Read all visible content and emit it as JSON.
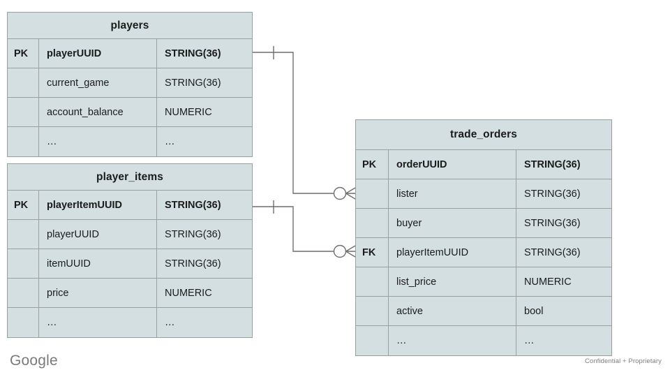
{
  "diagram": {
    "type": "entity-relationship-diagram",
    "notation": "crows-foot",
    "palette": {
      "entity_fill": "#d4dfe1",
      "entity_border": "#9aa0a0",
      "connector": "#6f6f6f",
      "text": "#1b1b1b",
      "footer_text": "#7a7a7a",
      "background": "#ffffff"
    },
    "entities": [
      {
        "id": "players",
        "title": "players",
        "attributes": [
          {
            "key": "PK",
            "name": "playerUUID",
            "type": "STRING(36)",
            "primary": true
          },
          {
            "key": "",
            "name": "current_game",
            "type": "STRING(36)",
            "primary": false
          },
          {
            "key": "",
            "name": "account_balance",
            "type": "NUMERIC",
            "primary": false
          },
          {
            "key": "",
            "name": "…",
            "type": "…",
            "primary": false
          }
        ]
      },
      {
        "id": "player_items",
        "title": "player_items",
        "attributes": [
          {
            "key": "PK",
            "name": "playerItemUUID",
            "type": "STRING(36)",
            "primary": true
          },
          {
            "key": "",
            "name": "playerUUID",
            "type": "STRING(36)",
            "primary": false
          },
          {
            "key": "",
            "name": "itemUUID",
            "type": "STRING(36)",
            "primary": false
          },
          {
            "key": "",
            "name": "price",
            "type": "NUMERIC",
            "primary": false
          },
          {
            "key": "",
            "name": "…",
            "type": "…",
            "primary": false
          }
        ]
      },
      {
        "id": "trade_orders",
        "title": "trade_orders",
        "attributes": [
          {
            "key": "PK",
            "name": "orderUUID",
            "type": "STRING(36)",
            "primary": true
          },
          {
            "key": "",
            "name": "lister",
            "type": "STRING(36)",
            "primary": false
          },
          {
            "key": "",
            "name": "buyer",
            "type": "STRING(36)",
            "primary": false
          },
          {
            "key": "FK",
            "name": "playerItemUUID",
            "type": "STRING(36)",
            "primary": false
          },
          {
            "key": "",
            "name": "list_price",
            "type": "NUMERIC",
            "primary": false
          },
          {
            "key": "",
            "name": "active",
            "type": "bool",
            "primary": false
          },
          {
            "key": "",
            "name": "…",
            "type": "…",
            "primary": false
          }
        ]
      }
    ],
    "relationships": [
      {
        "id": "players-to-trade-orders",
        "from_entity": "players",
        "from_attribute": "playerUUID",
        "from_cardinality": "exactly-one",
        "to_entity": "trade_orders",
        "to_attribute": "lister",
        "to_cardinality": "zero-or-many"
      },
      {
        "id": "player-items-to-trade-orders",
        "from_entity": "player_items",
        "from_attribute": "playerItemUUID",
        "from_cardinality": "exactly-one",
        "to_entity": "trade_orders",
        "to_attribute": "playerItemUUID",
        "to_cardinality": "zero-or-many"
      }
    ]
  },
  "footer": {
    "logo_text": "Google",
    "note": "Confidential + Proprietary"
  }
}
